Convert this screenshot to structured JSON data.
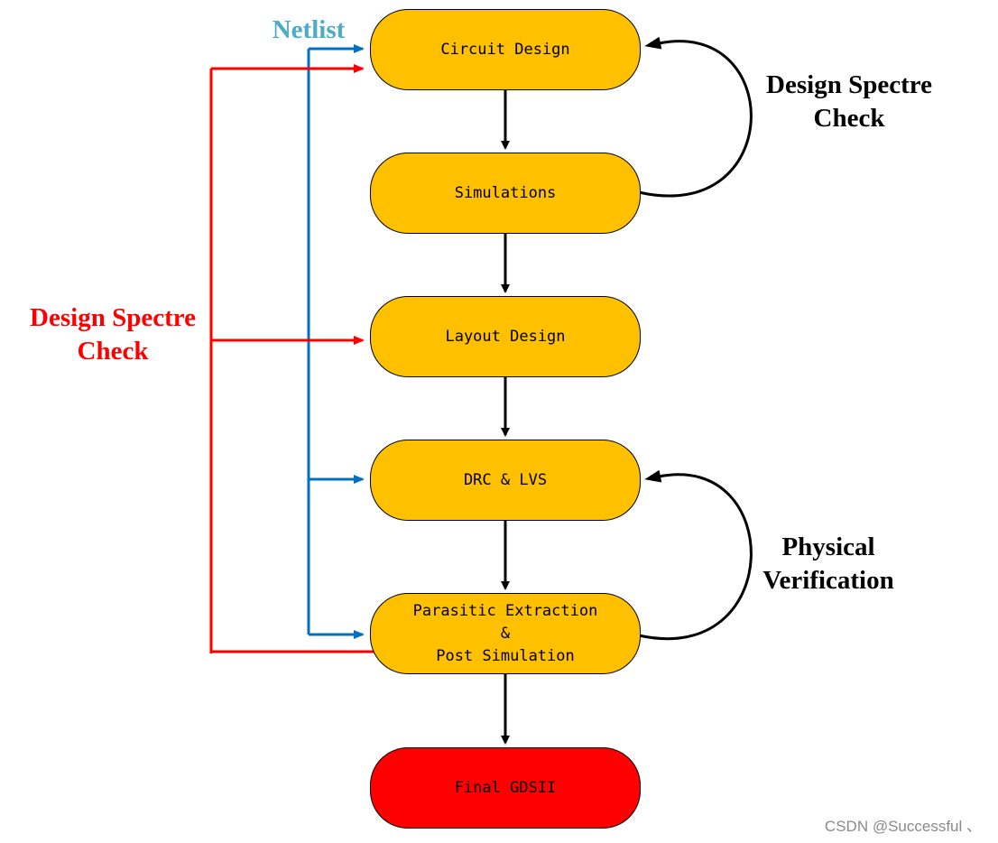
{
  "colors": {
    "process": "#ffc000",
    "final": "#ff0000",
    "netlist": "#0070c0",
    "netlist_label": "#4bacc6",
    "design_check_left": "#ff0000",
    "main_flow": "#000000",
    "watermark": "#8a8a8a"
  },
  "steps": [
    {
      "id": "circuit",
      "lines": [
        "Circuit Design"
      ]
    },
    {
      "id": "simulations",
      "lines": [
        "Simulations"
      ]
    },
    {
      "id": "layout",
      "lines": [
        "Layout Design"
      ]
    },
    {
      "id": "drc",
      "lines": [
        "DRC & LVS"
      ]
    },
    {
      "id": "pex",
      "lines": [
        "Parasitic Extraction",
        "&",
        "Post Simulation"
      ]
    },
    {
      "id": "final",
      "lines": [
        "Final GDSII"
      ]
    }
  ],
  "labels": {
    "netlist": "Netlist",
    "design_check_left": [
      "Design Spectre",
      "Check"
    ],
    "design_check_right": [
      "Design Spectre",
      "Check"
    ],
    "physical_verification": [
      "Physical",
      "Verification"
    ]
  },
  "watermark": "CSDN @Successful 、"
}
